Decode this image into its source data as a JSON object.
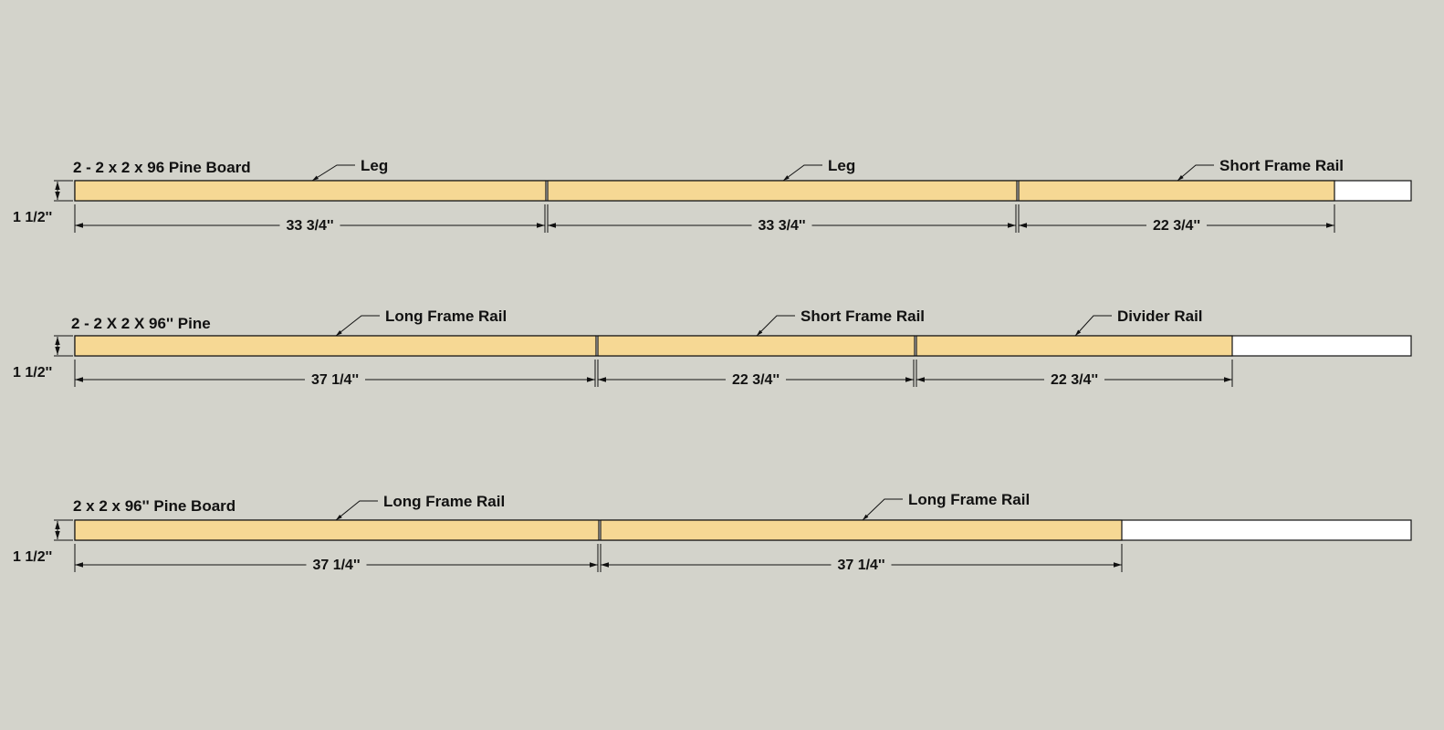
{
  "boards": [
    {
      "title": "2 - 2 x 2 x 96 Pine Board",
      "thickness": "1 1/2''",
      "pieces": [
        {
          "label": "Leg",
          "dimension": "33 3/4''"
        },
        {
          "label": "Leg",
          "dimension": "33 3/4''"
        },
        {
          "label": "Short Frame Rail",
          "dimension": "22 3/4''"
        }
      ]
    },
    {
      "title": "2 - 2 X 2 X 96'' Pine",
      "thickness": "1 1/2''",
      "pieces": [
        {
          "label": "Long Frame Rail",
          "dimension": "37 1/4''"
        },
        {
          "label": "Short Frame Rail",
          "dimension": "22 3/4''"
        },
        {
          "label": "Divider Rail",
          "dimension": "22 3/4''"
        }
      ]
    },
    {
      "title": "2 x 2 x 96'' Pine Board",
      "thickness": "1 1/2''",
      "pieces": [
        {
          "label": "Long Frame Rail",
          "dimension": "37 1/4''"
        },
        {
          "label": "Long Frame Rail",
          "dimension": "37 1/4''"
        }
      ]
    }
  ],
  "colors": {
    "background": "#d3d3cb",
    "cut_piece": "#f6d894",
    "waste": "#ffffff",
    "line": "#111111"
  }
}
